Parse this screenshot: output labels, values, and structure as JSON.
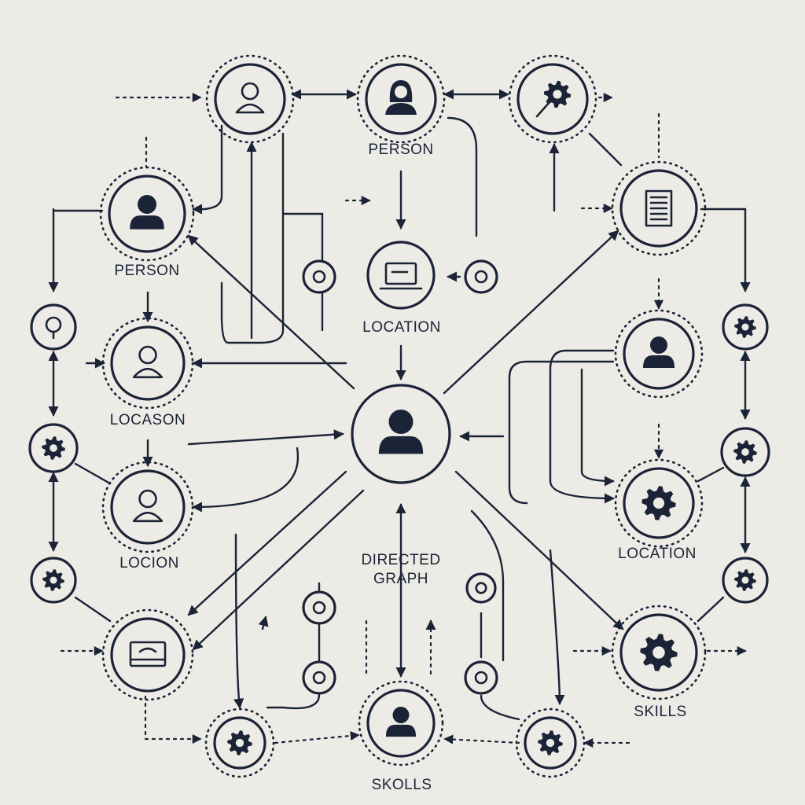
{
  "labels": {
    "center": "DIRECTED\nGRAPH",
    "top_person": "PERSON",
    "left_person": "PERSON",
    "top_location": "LOCATION",
    "left_locason": "LOCASON",
    "left_locion": "LOCION",
    "right_location": "LOCATION",
    "right_skills": "SKILLS",
    "bottom_skolls": "SKOLLS"
  },
  "colors": {
    "ink": "#1b2336",
    "background": "#ecebe6"
  },
  "icons": {
    "n_top_left": "person-icon",
    "n_top_mid": "woman-icon",
    "n_top_right": "gear-search-icon",
    "n_left_person": "person-icon",
    "n_top_location": "laptop-icon",
    "n_right_doc": "document-icon",
    "n_left_locason": "person-icon",
    "n_right_person": "person-icon",
    "n_center": "person-icon",
    "n_left_locion": "person-icon",
    "n_right_location": "gear-icon",
    "n_left_bottom": "monitor-icon",
    "n_right_skills": "gear-icon",
    "n_bottom_left": "gear-icon",
    "n_bottom_mid": "person-icon",
    "n_bottom_right": "gear-icon",
    "n_far_left_1": "search-icon",
    "n_far_left_2": "gear-icon",
    "n_far_left_3": "gear-icon",
    "n_far_right_1": "gear-icon",
    "n_far_right_2": "gear-icon",
    "n_far_right_3": "gear-icon",
    "n_small_l": "dot-icon",
    "n_small_r": "dot-icon",
    "n_small_b1": "dot-icon",
    "n_small_b2": "dot-icon",
    "n_small_b3": "dot-icon",
    "n_small_b4": "dot-icon"
  }
}
